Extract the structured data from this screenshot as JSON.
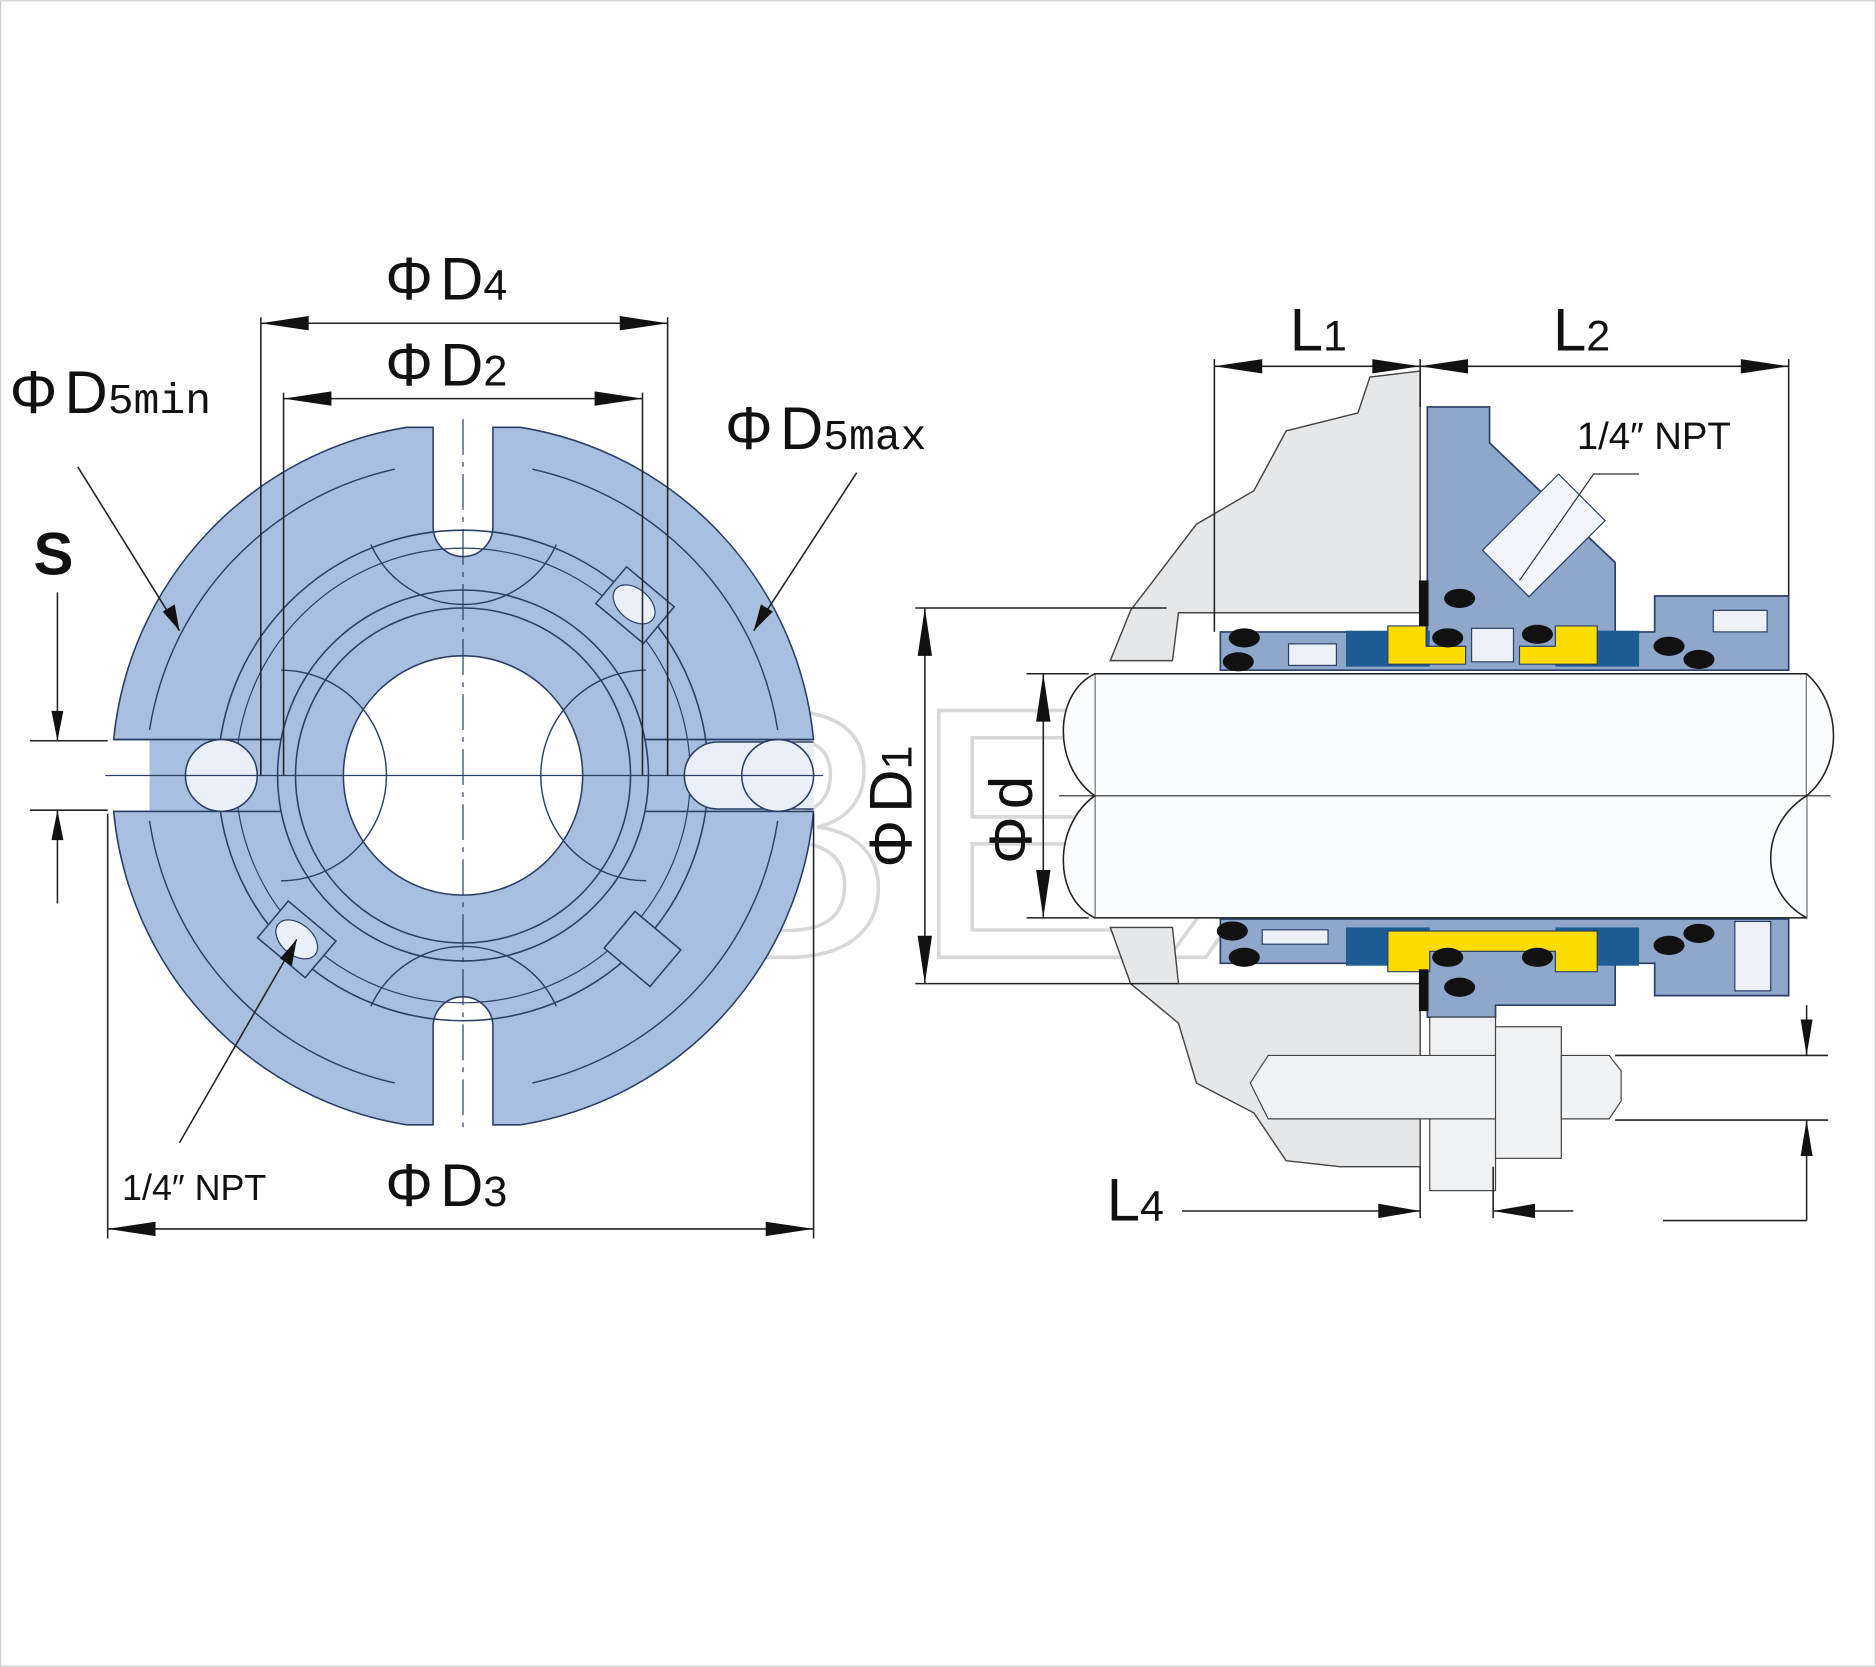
{
  "watermark": "ABEX",
  "front_view": {
    "labels": {
      "d4": {
        "symbol": "Φ",
        "main": "D",
        "sub": "4"
      },
      "d2": {
        "symbol": "Φ",
        "main": "D",
        "sub": "2"
      },
      "d5min": {
        "symbol": "Φ",
        "main": "D",
        "sub": "5min"
      },
      "d5max": {
        "symbol": "Φ",
        "main": "D",
        "sub": "5max"
      },
      "s": "S",
      "d3": {
        "symbol": "Φ",
        "main": "D",
        "sub": "3"
      },
      "npt": "1/4″ NPT"
    }
  },
  "section_view": {
    "labels": {
      "l1": {
        "main": "L",
        "sub": "1"
      },
      "l2": {
        "main": "L",
        "sub": "2"
      },
      "l4": {
        "main": "L",
        "sub": "4"
      },
      "d1": {
        "symbol": "Φ",
        "main": "D",
        "sub": "1"
      },
      "d": {
        "symbol": "Φ",
        "main": "d"
      },
      "npt": "1/4″ NPT"
    }
  },
  "colors": {
    "gland_blue": "#a9bfdf",
    "component_blue": "#8ea7cb",
    "dark_blue": "#1d5d93",
    "face_yellow": "#ffdc00",
    "housing_gray": "#e6e7e8"
  }
}
